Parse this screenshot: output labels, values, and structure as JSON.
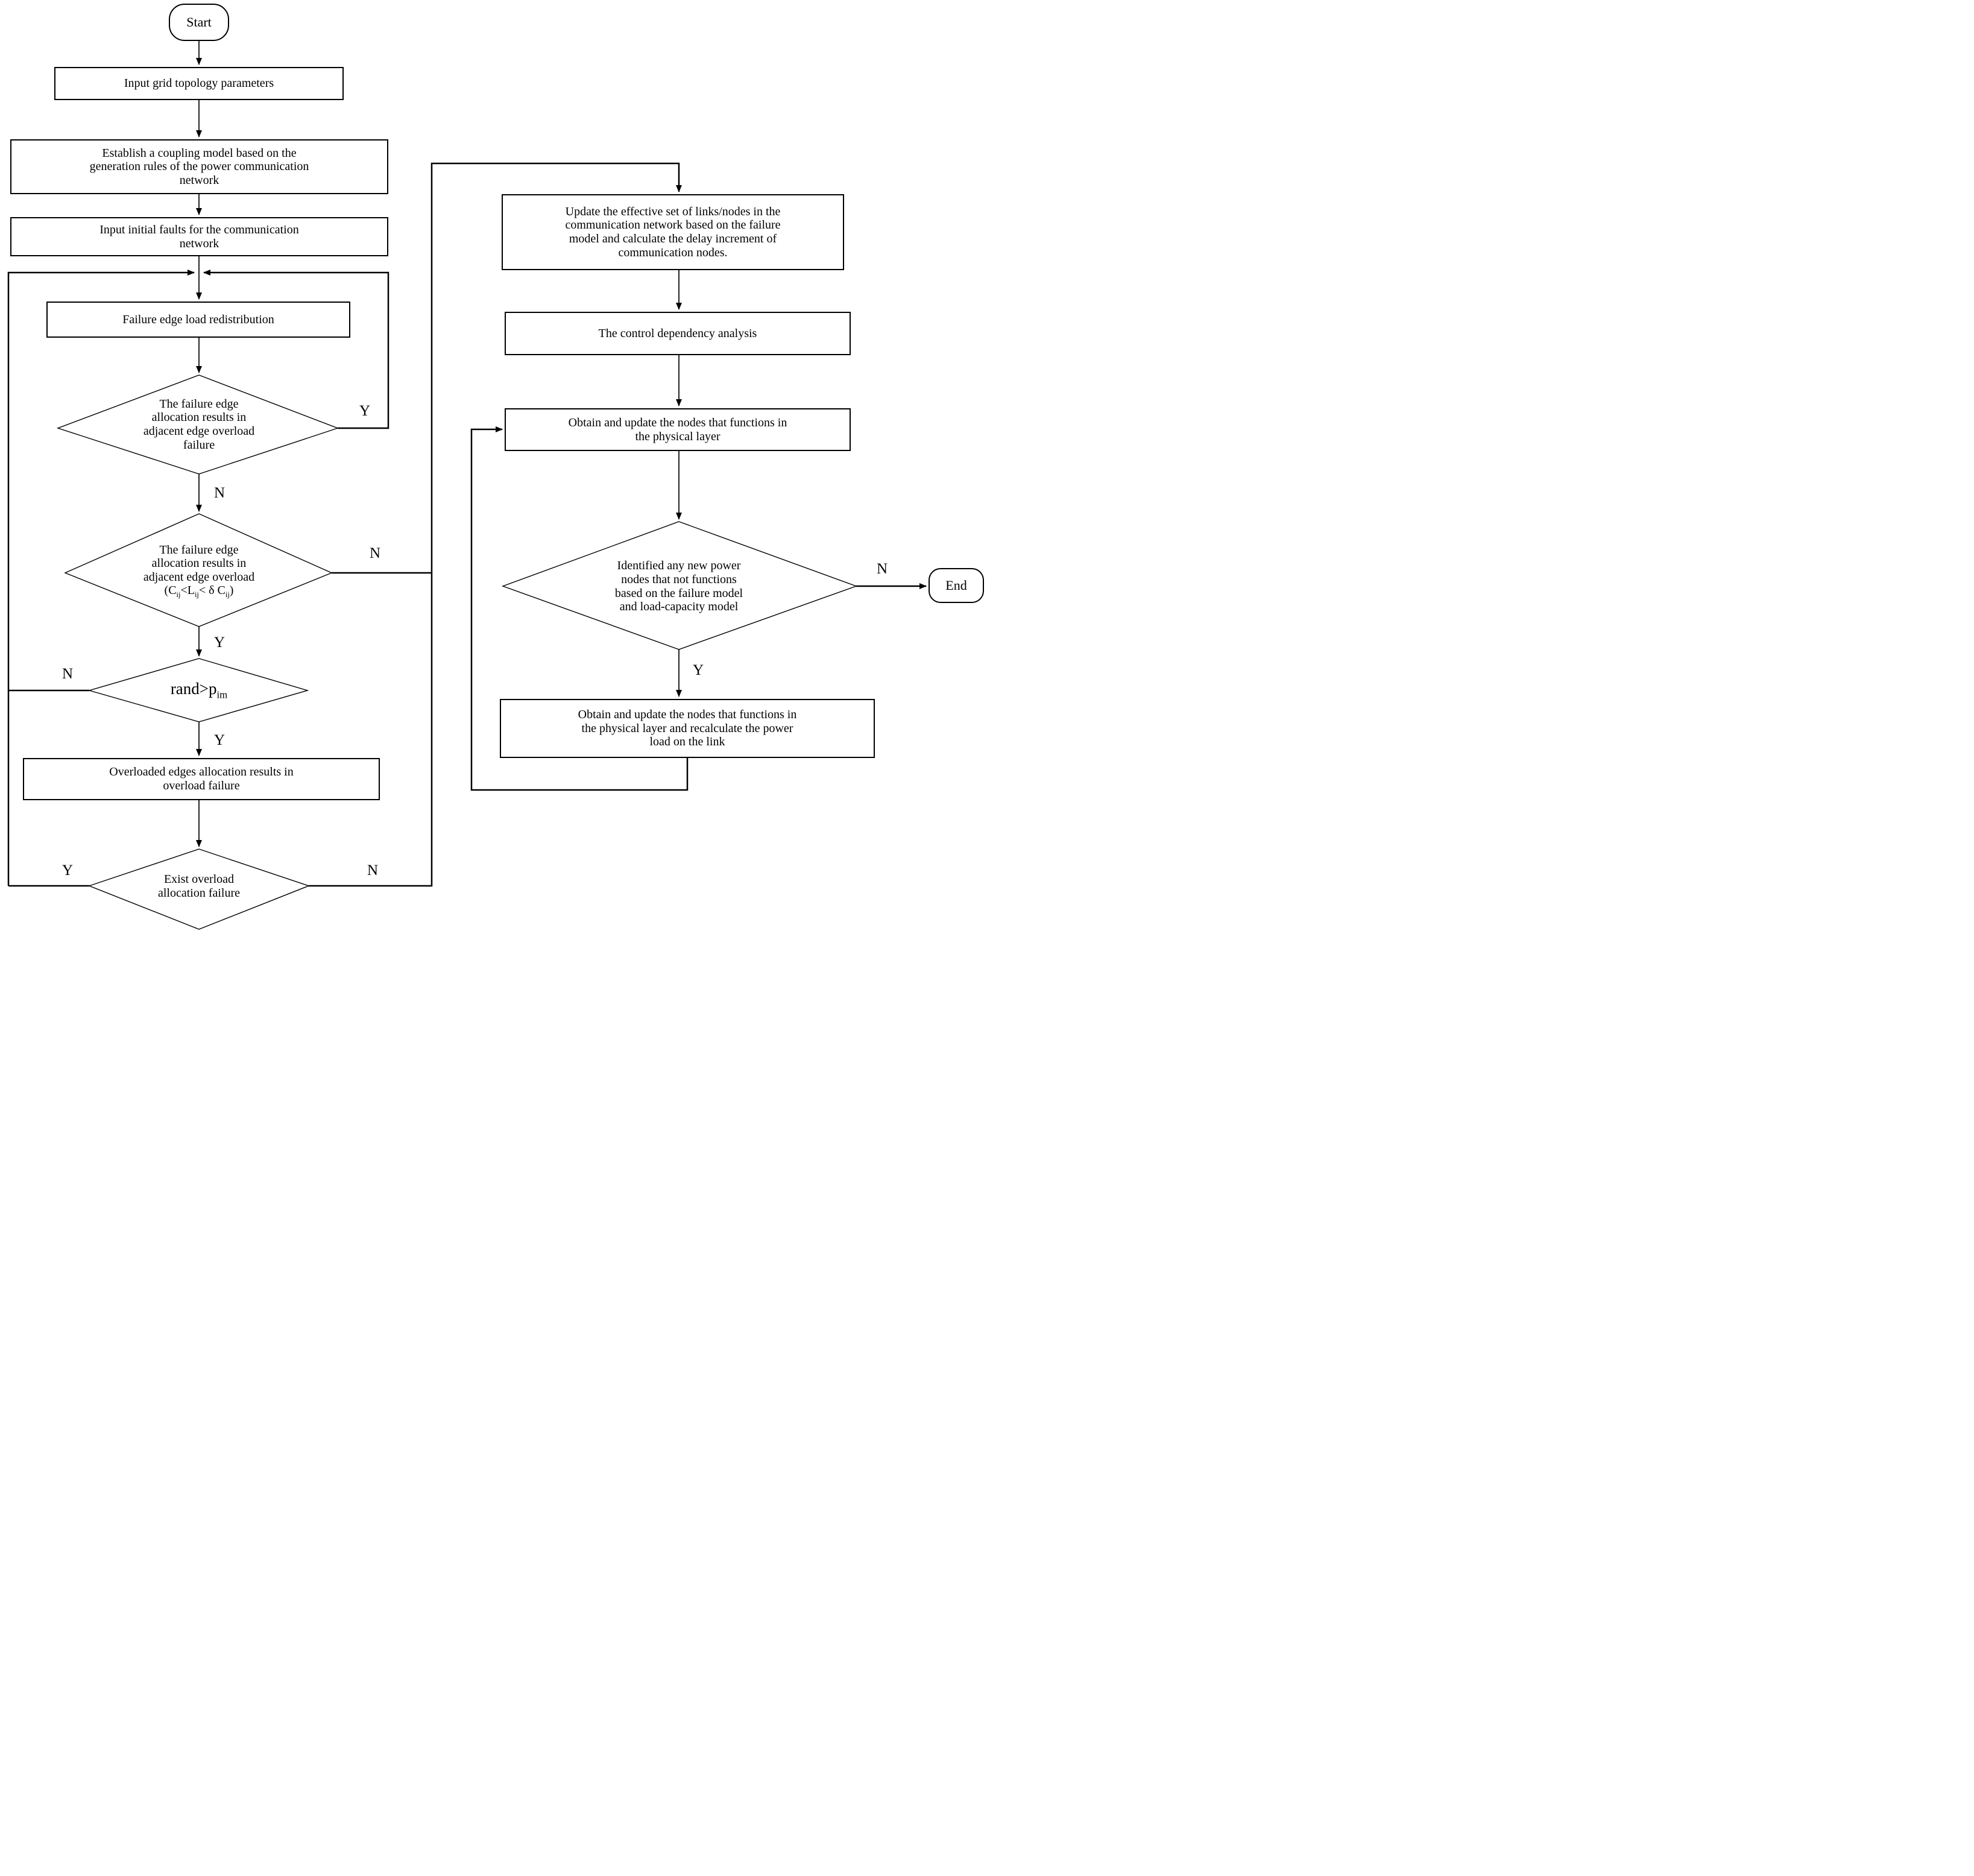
{
  "diagram": {
    "type": "flowchart",
    "colors": {
      "line": "#000000",
      "node_fill": "#ffffff",
      "text": "#000000"
    },
    "nodes": {
      "start": {
        "label": "Start"
      },
      "input_grid": {
        "lines": [
          "Input grid topology parameters"
        ]
      },
      "establish_model": {
        "lines": [
          "Establish a coupling model based on the",
          "generation rules of the power communication",
          "network"
        ]
      },
      "input_faults": {
        "lines": [
          "Input initial faults for the communication",
          "network"
        ]
      },
      "load_redistribution": {
        "lines": [
          "Failure edge load redistribution"
        ]
      },
      "dec_overload_failure": {
        "lines": [
          "The failure edge",
          "allocation results in",
          "adjacent edge overload",
          "failure"
        ]
      },
      "dec_overload_cond": {
        "lines": [
          "The failure edge",
          "allocation results in",
          "adjacent edge overload"
        ],
        "formula": {
          "p1": "(C",
          "sub1": "ij",
          "p2": "<L",
          "sub2": "ij",
          "p3": "< δ C",
          "sub3": "ij",
          "p4": ")"
        }
      },
      "dec_rand": {
        "formula": {
          "p1": "rand>p",
          "sub1": "im"
        }
      },
      "overloaded_edges": {
        "lines": [
          "Overloaded edges allocation results in",
          "overload failure"
        ]
      },
      "dec_exist_overload": {
        "lines": [
          "Exist overload",
          "allocation failure"
        ]
      },
      "update_links": {
        "lines": [
          "Update the effective set of links/nodes in the",
          "communication network based on the failure",
          "model and calculate the delay increment of",
          "communication nodes."
        ]
      },
      "control_dependency": {
        "lines": [
          "The control dependency analysis"
        ]
      },
      "obtain_nodes": {
        "lines": [
          "Obtain and update the nodes that functions in",
          "the physical layer"
        ]
      },
      "dec_identified": {
        "lines": [
          "Identified any new power",
          "nodes that not functions",
          "based on the failure model",
          "and load-capacity model"
        ]
      },
      "obtain_recalculate": {
        "lines": [
          "Obtain and update the nodes that functions in",
          "the physical layer and recalculate the power",
          "load on the link"
        ]
      },
      "end": {
        "label": "End"
      }
    },
    "branch_labels": {
      "dec1_yes": "Y",
      "dec1_no": "N",
      "dec2_no": "N",
      "dec2_yes": "Y",
      "dec3_no": "N",
      "dec3_yes": "Y",
      "dec4_yes": "Y",
      "dec4_no": "N",
      "dec5_no": "N",
      "dec5_yes": "Y"
    }
  }
}
